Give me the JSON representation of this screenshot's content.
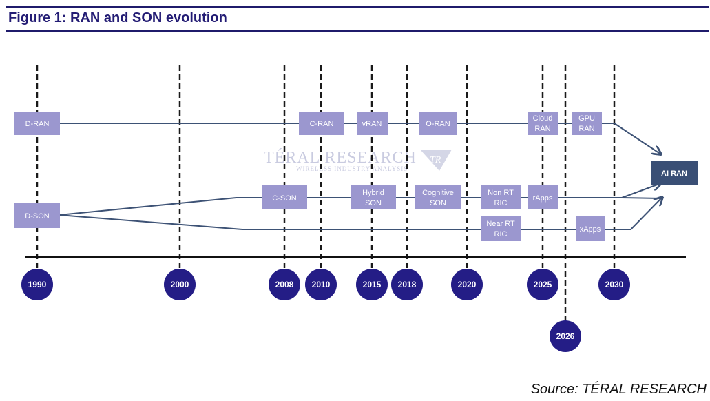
{
  "figure": {
    "title": "Figure 1: RAN and SON evolution",
    "source": "Source: TÉRAL RESEARCH"
  },
  "watermark": {
    "main": "TÉRAL RESEARCH",
    "sub": "WIRELESS INDUSTRY ANALYSIS",
    "logo": "TR"
  },
  "timeline": {
    "years": [
      "1990",
      "2000",
      "2008",
      "2010",
      "2015",
      "2018",
      "2020",
      "2025",
      "2026",
      "2030"
    ]
  },
  "ran_track": {
    "items": [
      "D-RAN",
      "C-RAN",
      "vRAN",
      "O-RAN",
      "Cloud RAN",
      "GPU RAN"
    ]
  },
  "son_track": {
    "origin": "D-SON",
    "upper": [
      "C-SON",
      "Hybrid SON",
      "Cognitive SON",
      "Non RT RIC",
      "rApps"
    ],
    "lower": [
      "Near RT RIC",
      "xApps"
    ]
  },
  "target": "AI RAN",
  "colors": {
    "box": "#9b97cf",
    "target_box": "#3a4f75",
    "year_circle": "#241d86",
    "title": "#231c74",
    "flow_line": "#3d5275"
  }
}
